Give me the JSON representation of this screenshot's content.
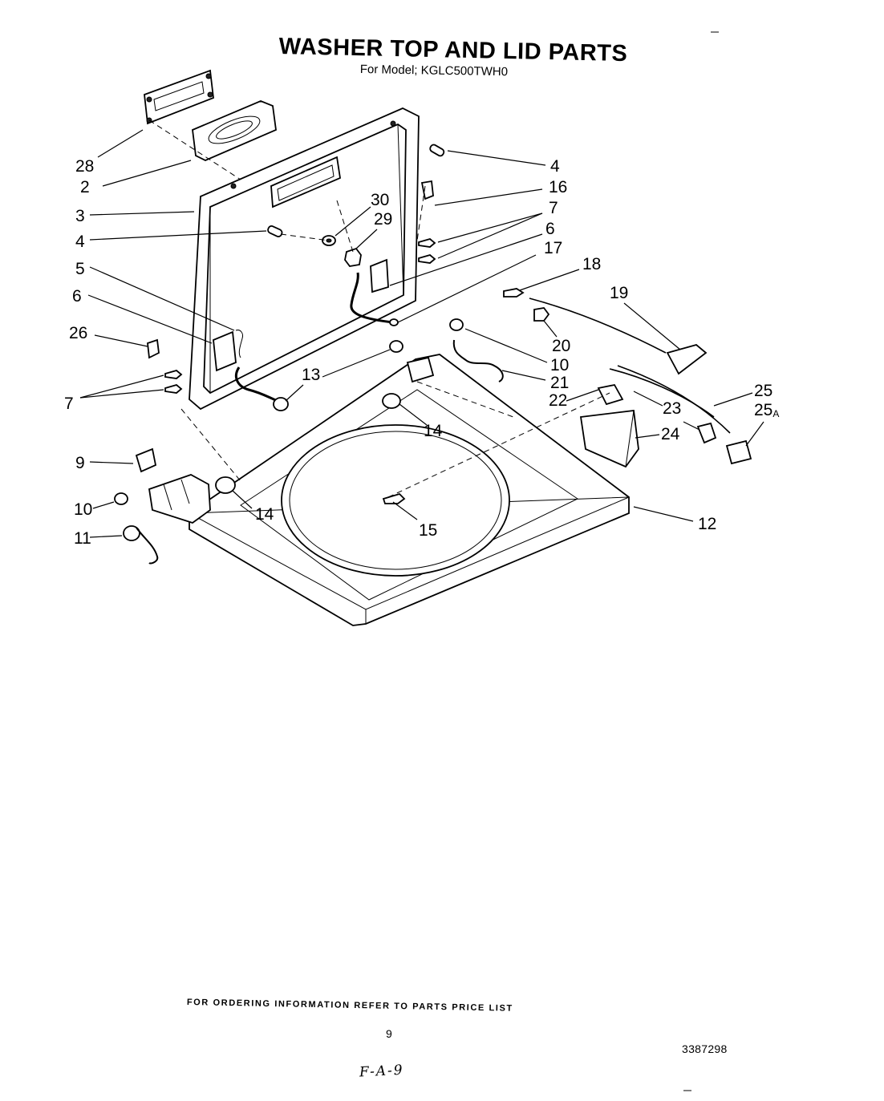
{
  "title": "WASHER TOP AND LID PARTS",
  "subtitle": "For Model; KGLC500TWH0",
  "footer": {
    "ordering_note": "FOR ORDERING INFORMATION REFER TO PARTS PRICE LIST",
    "page_number": "9",
    "document_number": "3387298",
    "handwritten_mark": "F-A-9"
  },
  "callouts": [
    {
      "id": "c28",
      "label": "28"
    },
    {
      "id": "c2",
      "label": "2"
    },
    {
      "id": "c3",
      "label": "3"
    },
    {
      "id": "c4-left",
      "label": "4"
    },
    {
      "id": "c5",
      "label": "5"
    },
    {
      "id": "c6-left",
      "label": "6"
    },
    {
      "id": "c26",
      "label": "26"
    },
    {
      "id": "c7-left",
      "label": "7"
    },
    {
      "id": "c9",
      "label": "9"
    },
    {
      "id": "c10-left",
      "label": "10"
    },
    {
      "id": "c11",
      "label": "11"
    },
    {
      "id": "c30",
      "label": "30"
    },
    {
      "id": "c29",
      "label": "29"
    },
    {
      "id": "c13",
      "label": "13"
    },
    {
      "id": "c14-mid",
      "label": "14"
    },
    {
      "id": "c14-left",
      "label": "14"
    },
    {
      "id": "c15",
      "label": "15"
    },
    {
      "id": "c4-right",
      "label": "4"
    },
    {
      "id": "c16",
      "label": "16"
    },
    {
      "id": "c7-right",
      "label": "7"
    },
    {
      "id": "c6-right",
      "label": "6"
    },
    {
      "id": "c17",
      "label": "17"
    },
    {
      "id": "c18",
      "label": "18"
    },
    {
      "id": "c19",
      "label": "19"
    },
    {
      "id": "c20",
      "label": "20"
    },
    {
      "id": "c10-right",
      "label": "10"
    },
    {
      "id": "c21",
      "label": "21"
    },
    {
      "id": "c22",
      "label": "22"
    },
    {
      "id": "c23",
      "label": "23"
    },
    {
      "id": "c24",
      "label": "24"
    },
    {
      "id": "c25",
      "label": "25"
    },
    {
      "id": "c25a",
      "label": "25",
      "suffix": "A"
    },
    {
      "id": "c12",
      "label": "12"
    }
  ]
}
